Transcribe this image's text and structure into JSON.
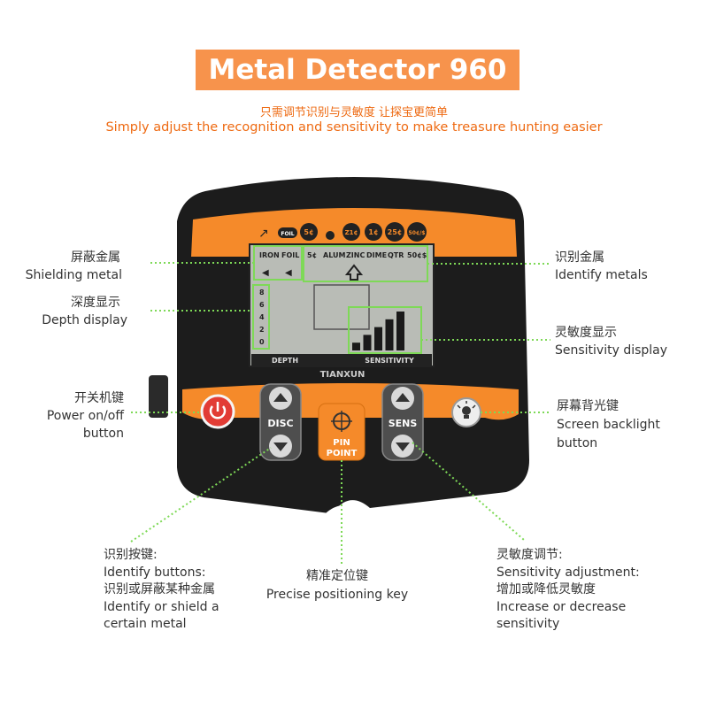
{
  "header": {
    "title": "Metal Detector 960",
    "subtitle_cn": "只需调节识别与灵敏度 让探宝更简单",
    "subtitle_en": "Simply adjust the recognition and sensitivity to make treasure hunting easier"
  },
  "device": {
    "top_icons": [
      "FOIL",
      "5¢",
      "Z1¢",
      "1¢",
      "25¢",
      "50¢/$"
    ],
    "lcd": {
      "shield_labels": [
        "IRON",
        "FOIL"
      ],
      "metal_labels": [
        "5¢",
        "ALUM",
        "ZINC",
        "DIME",
        "QTR",
        "50¢$"
      ],
      "depth_scale": [
        "8",
        "6",
        "4",
        "2",
        "0"
      ],
      "depth_label": "DEPTH",
      "sensitivity_label": "SENSITIVITY",
      "sensitivity_level": 5,
      "sensitivity_max": 5
    },
    "brand": "TIANXUN",
    "buttons": {
      "disc": "DISC",
      "pinpoint_line1": "PIN",
      "pinpoint_line2": "POINT",
      "sens": "SENS"
    }
  },
  "colors": {
    "accent_orange": "#f7934c",
    "text_orange": "#ee6a12",
    "device_orange": "#f58a2a",
    "guide_green": "#7ed957",
    "power_red": "#e23c35"
  },
  "labels": {
    "shield_cn": "屏蔽金属",
    "shield_en": "Shielding metal",
    "depth_cn": "深度显示",
    "depth_en": "Depth display",
    "power_cn": "开关机键",
    "power_en_1": "Power on/off",
    "power_en_2": "button",
    "identify_metals_cn": "识别金属",
    "identify_metals_en": "Identify metals",
    "sens_display_cn": "灵敏度显示",
    "sens_display_en": "Sensitivity display",
    "backlight_cn": "屏幕背光键",
    "backlight_en_1": "Screen backlight",
    "backlight_en_2": "button",
    "identify_btn_1": "识别按键:",
    "identify_btn_2": "Identify buttons:",
    "identify_btn_3": "识别或屏蔽某种金属",
    "identify_btn_4": "Identify or shield a",
    "identify_btn_5": "certain metal",
    "pinpoint_cn": "精准定位键",
    "pinpoint_en": "Precise positioning key",
    "sens_adj_1": "灵敏度调节:",
    "sens_adj_2": "Sensitivity adjustment:",
    "sens_adj_3": "增加或降低灵敏度",
    "sens_adj_4": "Increase or decrease",
    "sens_adj_5": "sensitivity"
  }
}
